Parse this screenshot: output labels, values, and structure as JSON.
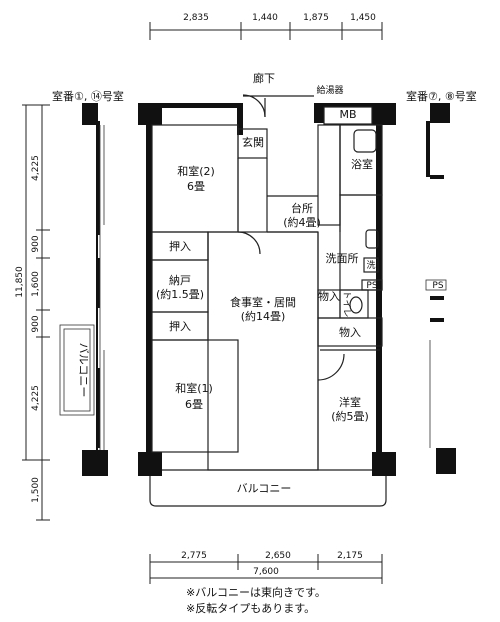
{
  "top_dims": [
    "2,835",
    "1,440",
    "1,875",
    "1,450"
  ],
  "bottom_dims": [
    "2,775",
    "2,650",
    "2,175"
  ],
  "bottom_total": "7,600",
  "left_dims": [
    "4,225",
    "900",
    "1,600",
    "900",
    "4,225",
    "1,500"
  ],
  "left_total": "11,850",
  "corridor": "廊下",
  "water_heater": "給湯器",
  "mb": "MB",
  "unit_left": "室番①, ⑭号室",
  "unit_right": "室番⑦, ⑧号室",
  "rooms": {
    "washitsu2": [
      "和室(2)",
      "6畳"
    ],
    "genkan": "玄関",
    "yokushitsu": "浴室",
    "daidokoro": [
      "台所",
      "(約4畳)"
    ],
    "oshiire1": "押入",
    "senmenjo": "洗面所",
    "sen": "洗",
    "ps": "PS",
    "ps_right": "PS",
    "nando": [
      "納戸",
      "(約1.5畳)"
    ],
    "shokuji": [
      "食事室・居間",
      "(約14畳)"
    ],
    "monoire1": "物入",
    "toilet": "トイレ",
    "oshiire2": "押入",
    "monoire2": "物入",
    "washitsu1": [
      "和室(1)",
      "6畳"
    ],
    "youshitsu": [
      "洋室",
      "(約5畳)"
    ],
    "balcony_side": "バルコニー",
    "balcony": "バルコニー"
  },
  "notes": [
    "※バルコニーは東向きです。",
    "※反転タイプもあります。"
  ]
}
